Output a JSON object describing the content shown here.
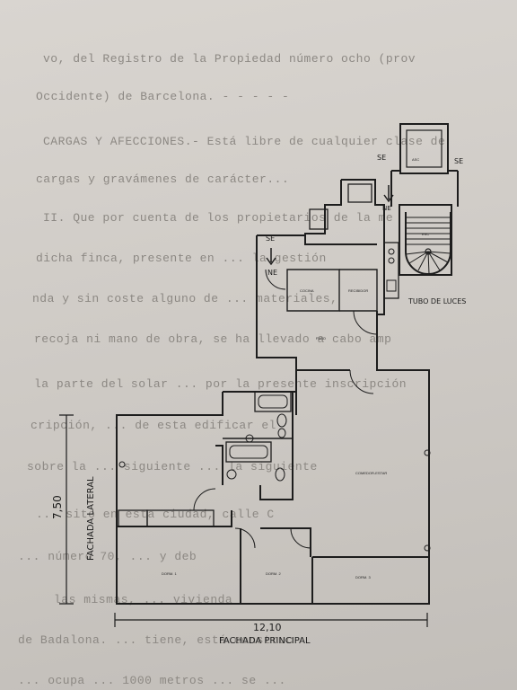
{
  "document": {
    "background_text": [
      "vo, del Registro de la Propiedad número ocho (prov",
      "Occidente) de Barcelona. - - - - -",
      "CARGAS Y AFECCIONES.- Está libre de cualquier clase de",
      "cargas y gravámenes de carácter...",
      "II. Que por cuenta de los propietarios de la me",
      "dicha finca, presente en ... la gestión",
      "nda y sin coste alguno de ... materiales,",
      "recoja ni mano de obra, se ha llevado a cabo amp",
      "la parte del solar ... por la presente inscripción",
      "cripción, ... de esta edificar el",
      "sobre la ... siguiente ... la siguiente",
      "... sito en esta ciudad, calle C",
      "... número 70, ... y deb",
      "las mismas, ... vivienda",
      "de Badalona. ... tiene, está construc",
      "... ocupa ... 1000 metros ... se ..."
    ]
  },
  "floor_plan": {
    "room_labels": {
      "top_room": "ASC",
      "stair": "ESC",
      "salon": "COMEDOR-ESTAR",
      "bedroom1": "DORM. 1",
      "bedroom2": "DORM. 2",
      "bedroom3": "DORM. 3",
      "kitchen": "COCINA",
      "hall": "RECIBIDOR",
      "passage": "PASO"
    },
    "handwritten": {
      "se_left": "SE",
      "se_right": "SE",
      "se_mid": "SE",
      "ne_mid": "NE",
      "ne_upper": "NE",
      "tubo_luces": "TUBO DE LUCES",
      "width_dim": "12,10",
      "height_dim": "7,50",
      "side_facade": "FACHADA LATERAL",
      "main_facade": "FACHADA PRINCIPAL"
    }
  },
  "colors": {
    "paper": "#d4d0cb",
    "ink": "#1d1d1d",
    "faint_text": "#8c8883"
  }
}
